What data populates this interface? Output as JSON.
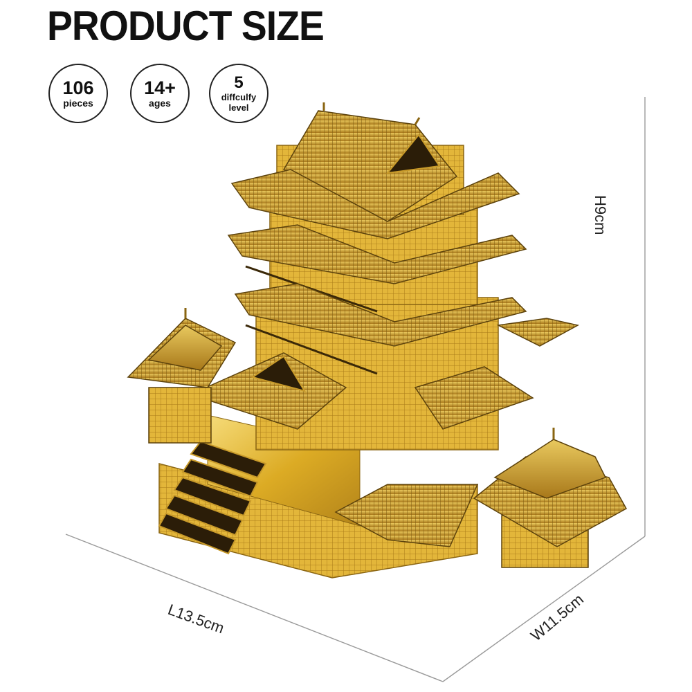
{
  "title": "PRODUCT SIZE",
  "badges": [
    {
      "value": "106",
      "label": "pieces",
      "icon": "circle-badge"
    },
    {
      "value": "14+",
      "label": "ages",
      "icon": "circle-badge"
    },
    {
      "value": "5",
      "label_line1": "diffculfy",
      "label_line2": "level",
      "icon": "circle-badge"
    }
  ],
  "dimensions": {
    "height": "H9cm",
    "length": "L13.5cm",
    "width": "W11.5cm"
  },
  "colors": {
    "gold": "#d9a81f",
    "gold_light": "#f2d36b",
    "gold_dark": "#8a6512",
    "line": "#9a9a9a"
  },
  "product_image": "golden-pagoda-3d-metal-model"
}
